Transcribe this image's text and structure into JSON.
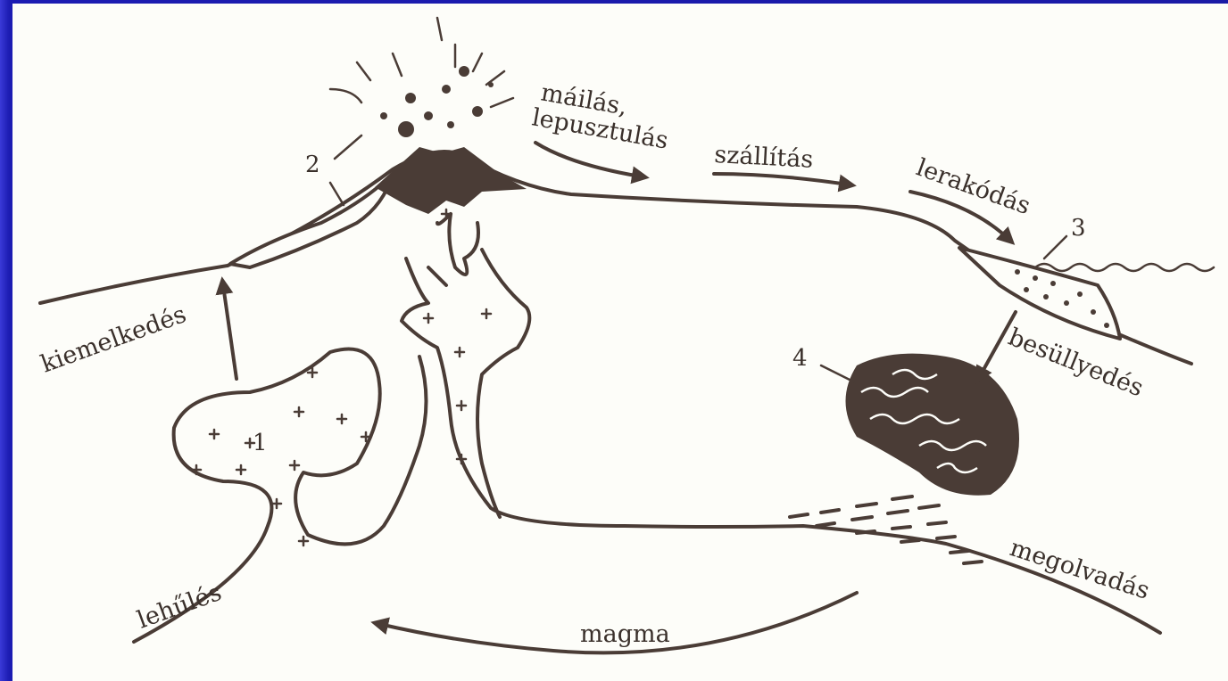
{
  "labels": {
    "weathering": "máilás,",
    "erosion": "lepusztulás",
    "transport": "szállítás",
    "deposition": "lerakódás",
    "uplift": "kiemelkedés",
    "subsidence": "besüllyedés",
    "cooling": "lehűlés",
    "melting": "megolvadás",
    "magma": "magma"
  },
  "numbers": {
    "n1": "1",
    "n2": "2",
    "n3": "3",
    "n4": "4"
  },
  "colors": {
    "frame": "#1f1fa8",
    "background": "#fdfdf9",
    "ink": "#4a3c36"
  }
}
